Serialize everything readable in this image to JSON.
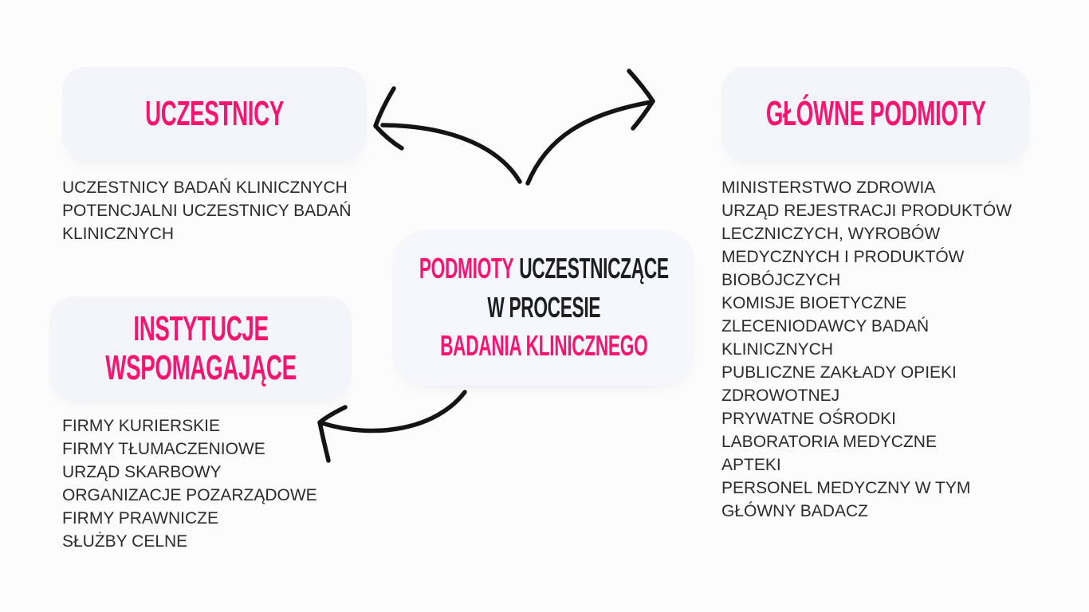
{
  "colors": {
    "pink": "#F7156F",
    "body_text": "#2C2C2C",
    "box_background": "#F3F5FB",
    "arrow": "#141414",
    "page_background": "#FDFCFC"
  },
  "center_title": {
    "line1_pink": "PODMIOTY",
    "line1_black": "UCZESTNICZĄCE",
    "line2": "W PROCESIE",
    "line3": "BADANIA KLINICZNEGO"
  },
  "sections": {
    "uczestnicy": {
      "heading": "UCZESTNICY",
      "items": [
        "UCZESTNICY BADAŃ KLINICZNYCH",
        "POTENCJALNI UCZESTNICY BADAŃ KLINICZNYCH"
      ]
    },
    "glowne_podmioty": {
      "heading": "GŁÓWNE PODMIOTY",
      "items": [
        "MINISTERSTWO ZDROWIA",
        "URZĄD REJESTRACJI PRODUKTÓW LECZNICZYCH, WYROBÓW MEDYCZNYCH I PRODUKTÓW BIOBÓJCZYCH",
        "KOMISJE BIOETYCZNE",
        "ZLECENIODAWCY BADAŃ KLINICZNYCH",
        "PUBLICZNE ZAKŁADY OPIEKI ZDROWOTNEJ",
        "PRYWATNE OŚRODKI",
        "LABORATORIA MEDYCZNE",
        "APTEKI",
        "PERSONEL MEDYCZNY W TYM GŁÓWNY BADACZ"
      ]
    },
    "instytucje_wspomagajace": {
      "heading": "INSTYTUCJE WSPOMAGAJĄCE",
      "items": [
        "FIRMY KURIERSKIE",
        "FIRMY TŁUMACZENIOWE",
        "URZĄD SKARBOWY",
        "ORGANIZACJE POZARZĄDOWE",
        "FIRMY PRAWNICZE",
        "SŁUŻBY CELNE"
      ]
    }
  },
  "icons": [
    "arrow-to-uczestnicy-icon",
    "arrow-to-glowne-podmioty-icon",
    "arrow-to-instytucje-wspomagajace-icon"
  ]
}
